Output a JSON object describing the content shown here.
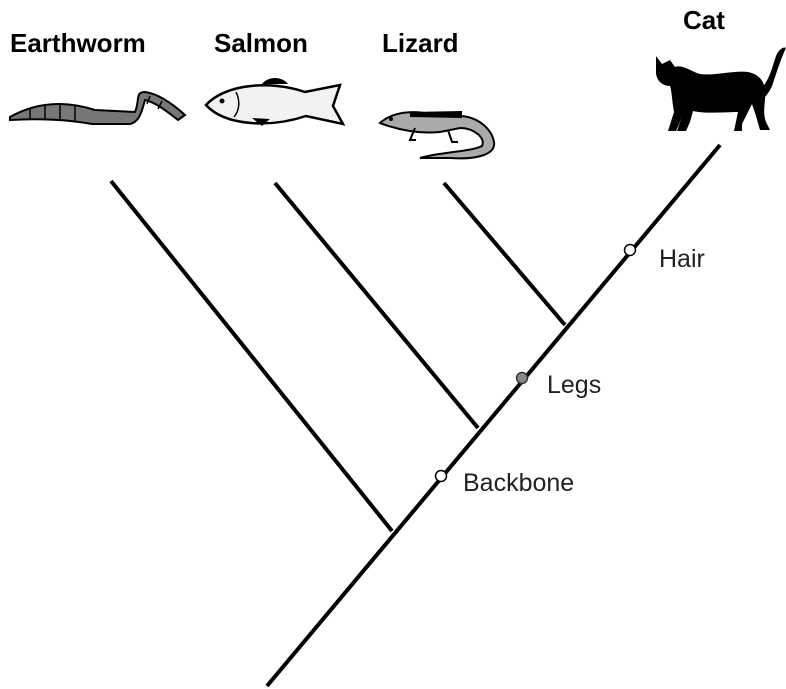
{
  "taxa": {
    "earthworm": "Earthworm",
    "salmon": "Salmon",
    "lizard": "Lizard",
    "cat": "Cat"
  },
  "traits": {
    "hair": "Hair",
    "legs": "Legs",
    "backbone": "Backbone"
  },
  "icons": {
    "earthworm": "earthworm-icon",
    "salmon": "salmon-icon",
    "lizard": "lizard-icon",
    "cat": "cat-icon"
  },
  "colors": {
    "line": "#000000",
    "legs_marker": "#888888",
    "open_marker": "#ffffff"
  }
}
